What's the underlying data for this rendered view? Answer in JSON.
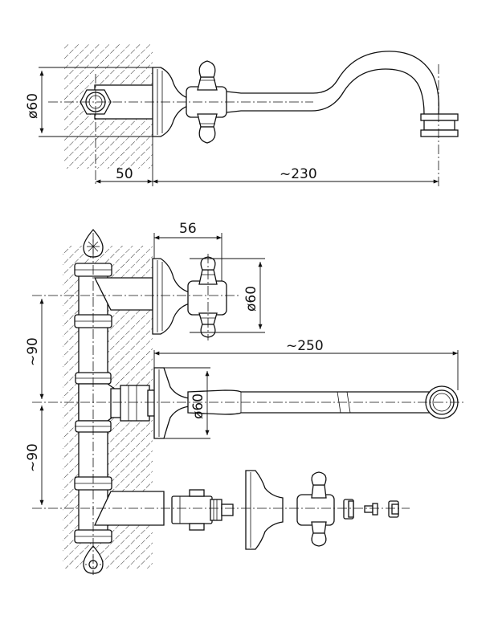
{
  "top_view": {
    "dim_diameter": "ø60",
    "dim_wall_depth": "50",
    "dim_spout_length": "~230"
  },
  "front_view": {
    "dim_escutcheon_width": "56",
    "dim_escutcheon_diameter": "ø60",
    "dim_spout_length": "~250",
    "dim_spout_escutcheon_diameter": "ø60",
    "dim_upper_spacing": "~90",
    "dim_lower_spacing": "~90"
  },
  "icons": {
    "cold": "snowflake-drop-icon",
    "hot": "sun-drop-icon"
  }
}
